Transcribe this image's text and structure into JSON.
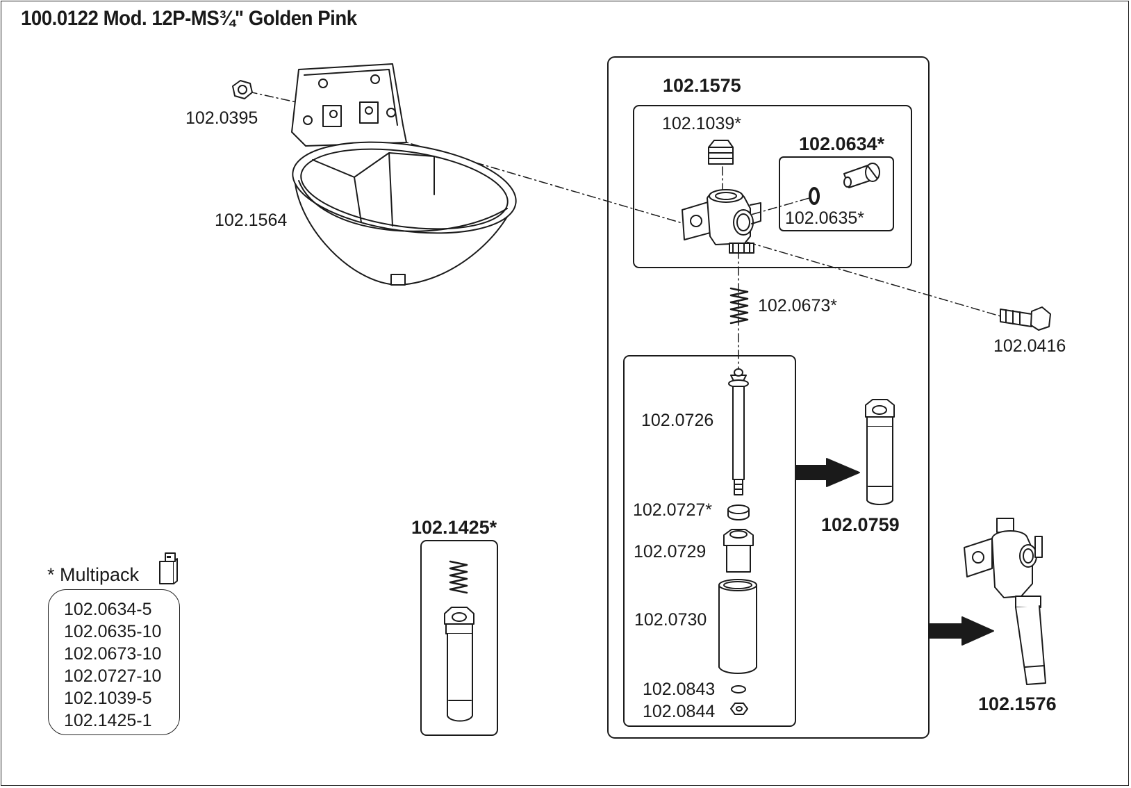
{
  "title": "100.0122 Mod. 12P-MS¾\" Golden Pink",
  "labels": {
    "nut_0395": "102.0395",
    "bowl_1564": "102.1564",
    "valve_1575": "102.1575",
    "plug_1039": "102.1039*",
    "kit_0634": "102.0634*",
    "ring_0635": "102.0635*",
    "spring_0673": "102.0673*",
    "screw_0416": "102.0416",
    "pin_0726": "102.0726",
    "washer_0727": "102.0727*",
    "nut_0729": "102.0729",
    "tube_0730": "102.0730",
    "washer_0843": "102.0843",
    "nut_0844": "102.0844",
    "assembly_0759": "102.0759",
    "kit_1425": "102.1425*",
    "assembly_1576": "102.1576"
  },
  "multipack": {
    "title": "* Multipack",
    "items": [
      "102.0634-5",
      "102.0635-10",
      "102.0673-10",
      "102.0727-10",
      "102.1039-5",
      "102.1425-1"
    ]
  },
  "colors": {
    "line": "#1a1a1a",
    "background": "#ffffff"
  }
}
